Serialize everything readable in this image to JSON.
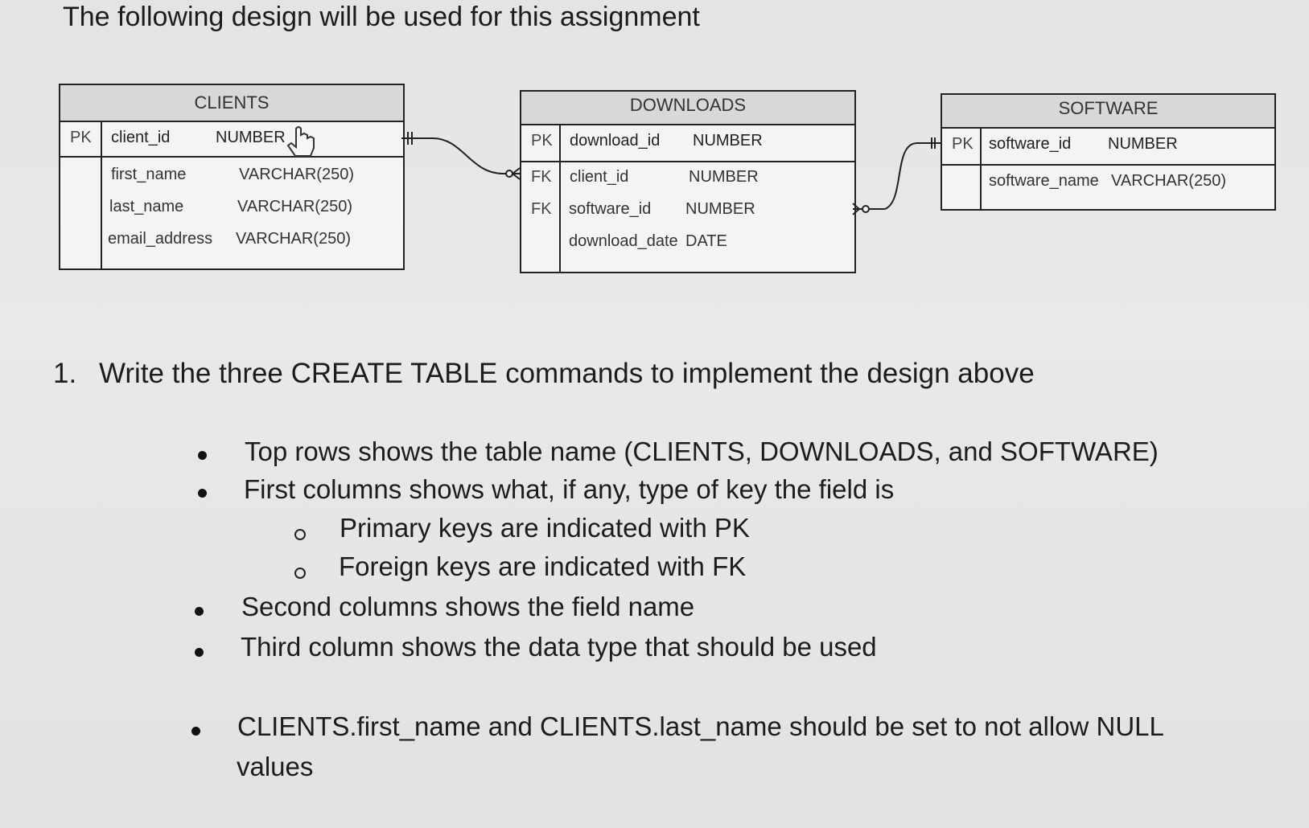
{
  "intro": "The following design will be used for this assignment",
  "tables": {
    "clients": {
      "name": "CLIENTS",
      "rows": [
        {
          "key": "PK",
          "field": "client_id",
          "type": "NUMBER"
        },
        {
          "key": "",
          "field": "first_name",
          "type": "VARCHAR(250)"
        },
        {
          "key": "",
          "field": "last_name",
          "type": "VARCHAR(250)"
        },
        {
          "key": "",
          "field": "email_address",
          "type": "VARCHAR(250)"
        }
      ]
    },
    "downloads": {
      "name": "DOWNLOADS",
      "rows": [
        {
          "key": "PK",
          "field": "download_id",
          "type": "NUMBER"
        },
        {
          "key": "FK",
          "field": "client_id",
          "type": "NUMBER"
        },
        {
          "key": "FK",
          "field": "software_id",
          "type": "NUMBER"
        },
        {
          "key": "",
          "field": "download_date",
          "type": "DATE"
        }
      ]
    },
    "software": {
      "name": "SOFTWARE",
      "rows": [
        {
          "key": "PK",
          "field": "software_id",
          "type": "NUMBER"
        },
        {
          "key": "",
          "field": "software_name",
          "type": "VARCHAR(250)"
        }
      ]
    }
  },
  "question": {
    "number": "1.",
    "text": "Write the three CREATE TABLE commands to implement the design above"
  },
  "bullets": [
    "Top rows shows the table name (CLIENTS, DOWNLOADS, and SOFTWARE)",
    "First columns shows what, if any, type of key the field is",
    "Second columns shows the field name",
    "Third column shows the data type that should be used"
  ],
  "sub_bullets": [
    "Primary keys are indicated with PK",
    "Foreign keys are indicated with FK"
  ],
  "null_note_line1": "CLIENTS.first_name and CLIENTS.last_name  should be set to not allow NULL",
  "null_note_line2": "values"
}
